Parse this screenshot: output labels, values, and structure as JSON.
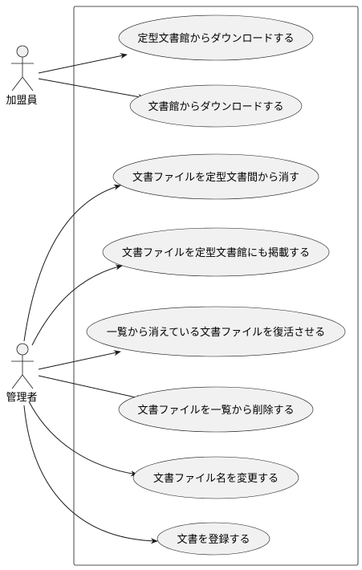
{
  "actors": [
    {
      "id": "member",
      "name": "加盟員"
    },
    {
      "id": "admin",
      "name": "管理者"
    }
  ],
  "use_cases": [
    {
      "id": "uc1",
      "label": "定型文書館からダウンロードする"
    },
    {
      "id": "uc2",
      "label": "文書館からダウンロードする"
    },
    {
      "id": "uc3",
      "label": "文書ファイルを定型文書間から消す"
    },
    {
      "id": "uc4",
      "label": "文書ファイルを定型文書館にも掲載する"
    },
    {
      "id": "uc5",
      "label": "一覧から消えている文書ファイルを復活させる"
    },
    {
      "id": "uc6",
      "label": "文書ファイルを一覧から削除する"
    },
    {
      "id": "uc7",
      "label": "文書ファイル名を変更する"
    },
    {
      "id": "uc8",
      "label": "文書を登録する"
    }
  ],
  "associations": [
    {
      "from": "member",
      "to": "uc1"
    },
    {
      "from": "member",
      "to": "uc2"
    },
    {
      "from": "admin",
      "to": "uc3"
    },
    {
      "from": "admin",
      "to": "uc4"
    },
    {
      "from": "admin",
      "to": "uc5"
    },
    {
      "from": "admin",
      "to": "uc6"
    },
    {
      "from": "admin",
      "to": "uc7"
    },
    {
      "from": "admin",
      "to": "uc8"
    }
  ]
}
